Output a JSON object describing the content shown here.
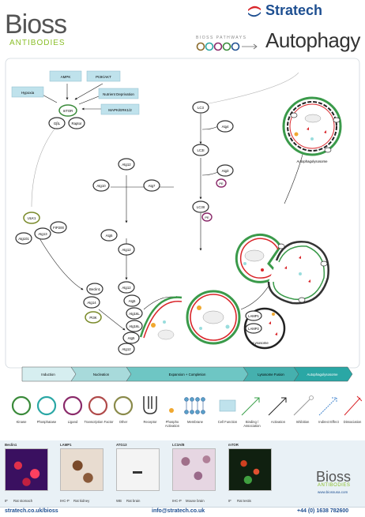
{
  "brand": {
    "logo_main": "Bioss",
    "logo_sub": "ANTIBODIES",
    "partner": "Stratech",
    "series": "BIOSS PATHWAYS",
    "title": "Autophagy"
  },
  "nodes": {
    "ampk": "AMPK",
    "pi3k": "PI3K/AKT",
    "hypoxia": "Hypoxia",
    "nutrient": "Nutrient Deprivation",
    "mapk": "MAPK/ERK1/2",
    "mtor": "mTOR",
    "glbl": "GβL",
    "raptor": "Raptor",
    "ulk1": "ULK1",
    "fip200": "FIP200",
    "atg101": "Atg101",
    "atg13": "Atg13",
    "lc3": "LC3",
    "atg4": "Atg4",
    "lc3i": "LC3I",
    "atg3": "Atg3",
    "pe": "PE",
    "lc3ii": "LC3II",
    "atg12a": "Atg12",
    "atg10": "Atg10",
    "atg7": "Atg7",
    "atg5a": "Atg5",
    "atg12b": "Atg12",
    "beclin1": "Beclin1",
    "atg14": "Atg14",
    "pi3k_cls": "PI3K",
    "atg12c": "Atg12",
    "atg5b": "Atg5",
    "atg16l_a": "Atg16L",
    "atg16l_b": "Atg16L",
    "atg5c": "Atg5",
    "atg12d": "Atg12",
    "lamp1": "LAMP1",
    "lamp2": "LAMP2",
    "lysosome": "Lysosome",
    "autophagolysosome": "Autophagolysosome"
  },
  "stages": [
    "Induction",
    "Nucleation",
    "Expansion + Completion",
    "Lysosome Fusion",
    "Autophagolysosome"
  ],
  "legend": [
    {
      "label": "Kinase",
      "icon": "ring-green"
    },
    {
      "label": "Phosphatase",
      "icon": "ring-teal"
    },
    {
      "label": "Ligand",
      "icon": "ring-purple"
    },
    {
      "label": "Transcription Factor",
      "icon": "ring-red"
    },
    {
      "label": "Other",
      "icon": "ring-olive"
    },
    {
      "label": "Receptor",
      "icon": "receptor-glyph"
    },
    {
      "label": "Phospho Activation",
      "icon": "phospho-dot"
    },
    {
      "label": "Membrane",
      "icon": "membrane-glyph"
    },
    {
      "label": "Cell Function",
      "icon": "cell-function-box"
    },
    {
      "label": "Binding / Association",
      "icon": "green-arrow"
    },
    {
      "label": "Activation",
      "icon": "black-arrow"
    },
    {
      "label": "Inhibition",
      "icon": "grey-arrow"
    },
    {
      "label": "Indirect Effect",
      "icon": "blue-arrow"
    },
    {
      "label": "Dissociation",
      "icon": "red-arrow"
    }
  ],
  "images": [
    {
      "name": "Beclin1",
      "method": "IF",
      "tissue": "Rat stomach"
    },
    {
      "name": "LAMP1",
      "method": "IHC-P",
      "tissue": "Rat kidney"
    },
    {
      "name": "ATG13",
      "method": "WB",
      "tissue": "Rat brain"
    },
    {
      "name": "LC3A/B",
      "method": "IHC-P",
      "tissue": "Mouse brain"
    },
    {
      "name": "mTOR",
      "method": "IF",
      "tissue": "Rat testis"
    }
  ],
  "footer": {
    "left": "stratech.co.uk/bioss",
    "center": "info@stratech.co.uk",
    "right": "+44 (0) 1638 782600",
    "web": "www.biossusa.com"
  },
  "colors": {
    "teal": "#2aa7a5",
    "green": "#3a8a3a",
    "purple": "#8a2a6a",
    "navy": "#1e4f91",
    "red": "#d9252a"
  }
}
